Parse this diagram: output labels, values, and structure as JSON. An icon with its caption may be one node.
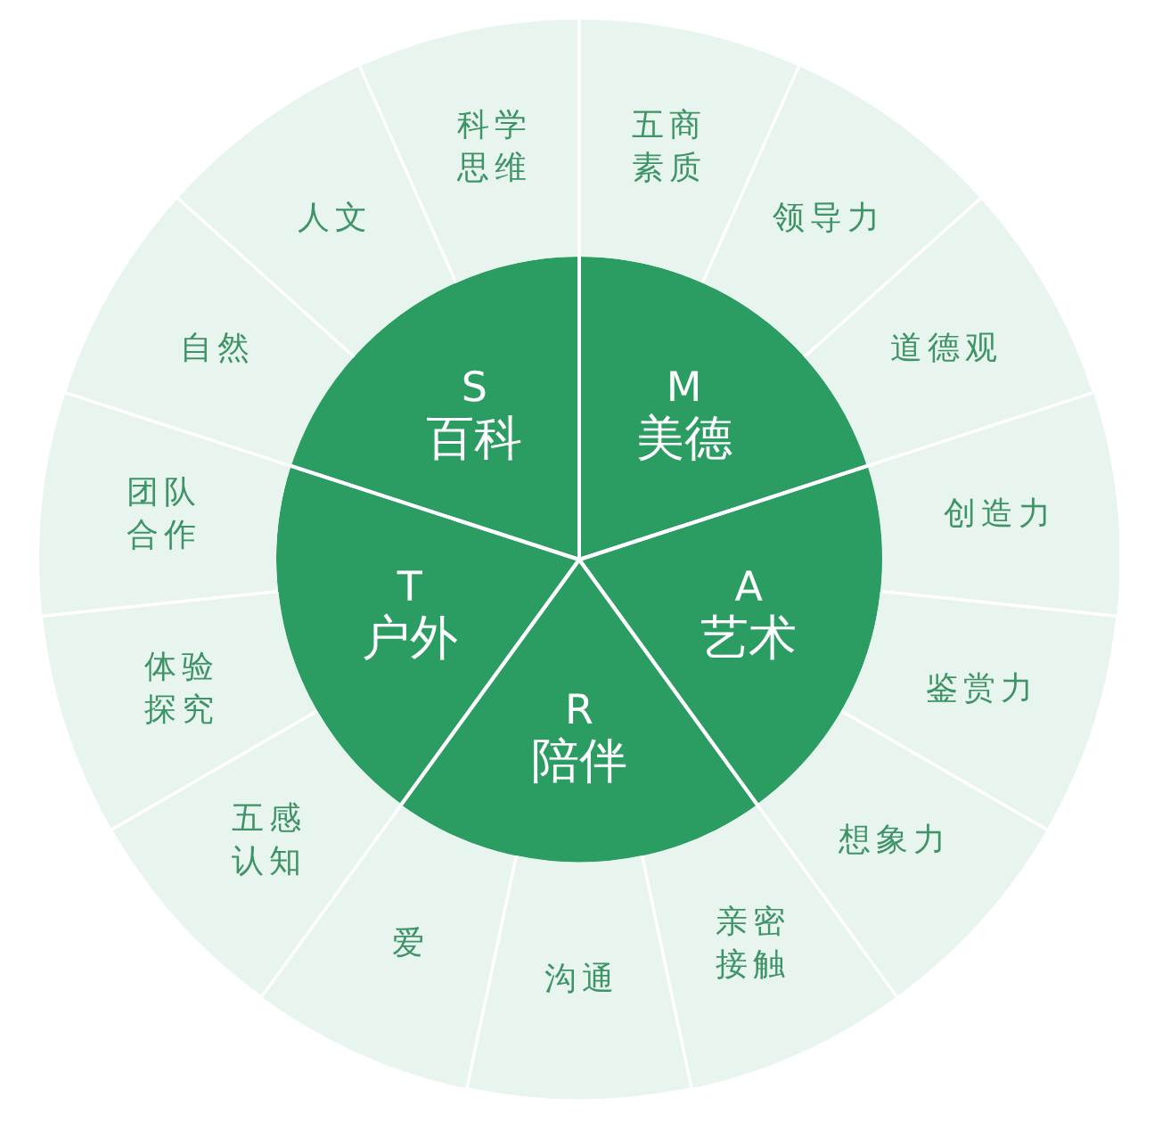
{
  "diagram": {
    "nodes": [
      {
        "text": [
          "S",
          "百科"
        ]
      },
      {
        "text": [
          "M",
          "美德"
        ]
      },
      {
        "text": [
          "A",
          "艺术"
        ]
      },
      {
        "text": [
          "R",
          "陪伴"
        ]
      },
      {
        "text": [
          "T",
          "户外"
        ]
      },
      {
        "text": [
          "科学思维"
        ]
      },
      {
        "text": [
          "五商素质"
        ]
      },
      {
        "text": [
          "领导力"
        ]
      },
      {
        "text": [
          "道德观"
        ]
      },
      {
        "text": [
          "创造力"
        ]
      },
      {
        "text": [
          "鉴赏力"
        ]
      },
      {
        "text": [
          "想象力"
        ]
      },
      {
        "text": [
          "亲密接触"
        ]
      },
      {
        "text": [
          "沟通"
        ]
      },
      {
        "text": [
          "爱"
        ]
      },
      {
        "text": [
          "五感认知"
        ]
      },
      {
        "text": [
          "体验探究"
        ]
      },
      {
        "text": [
          "团队合作"
        ]
      },
      {
        "text": [
          "自然"
        ]
      },
      {
        "text": [
          "人文"
        ]
      }
    ]
  }
}
